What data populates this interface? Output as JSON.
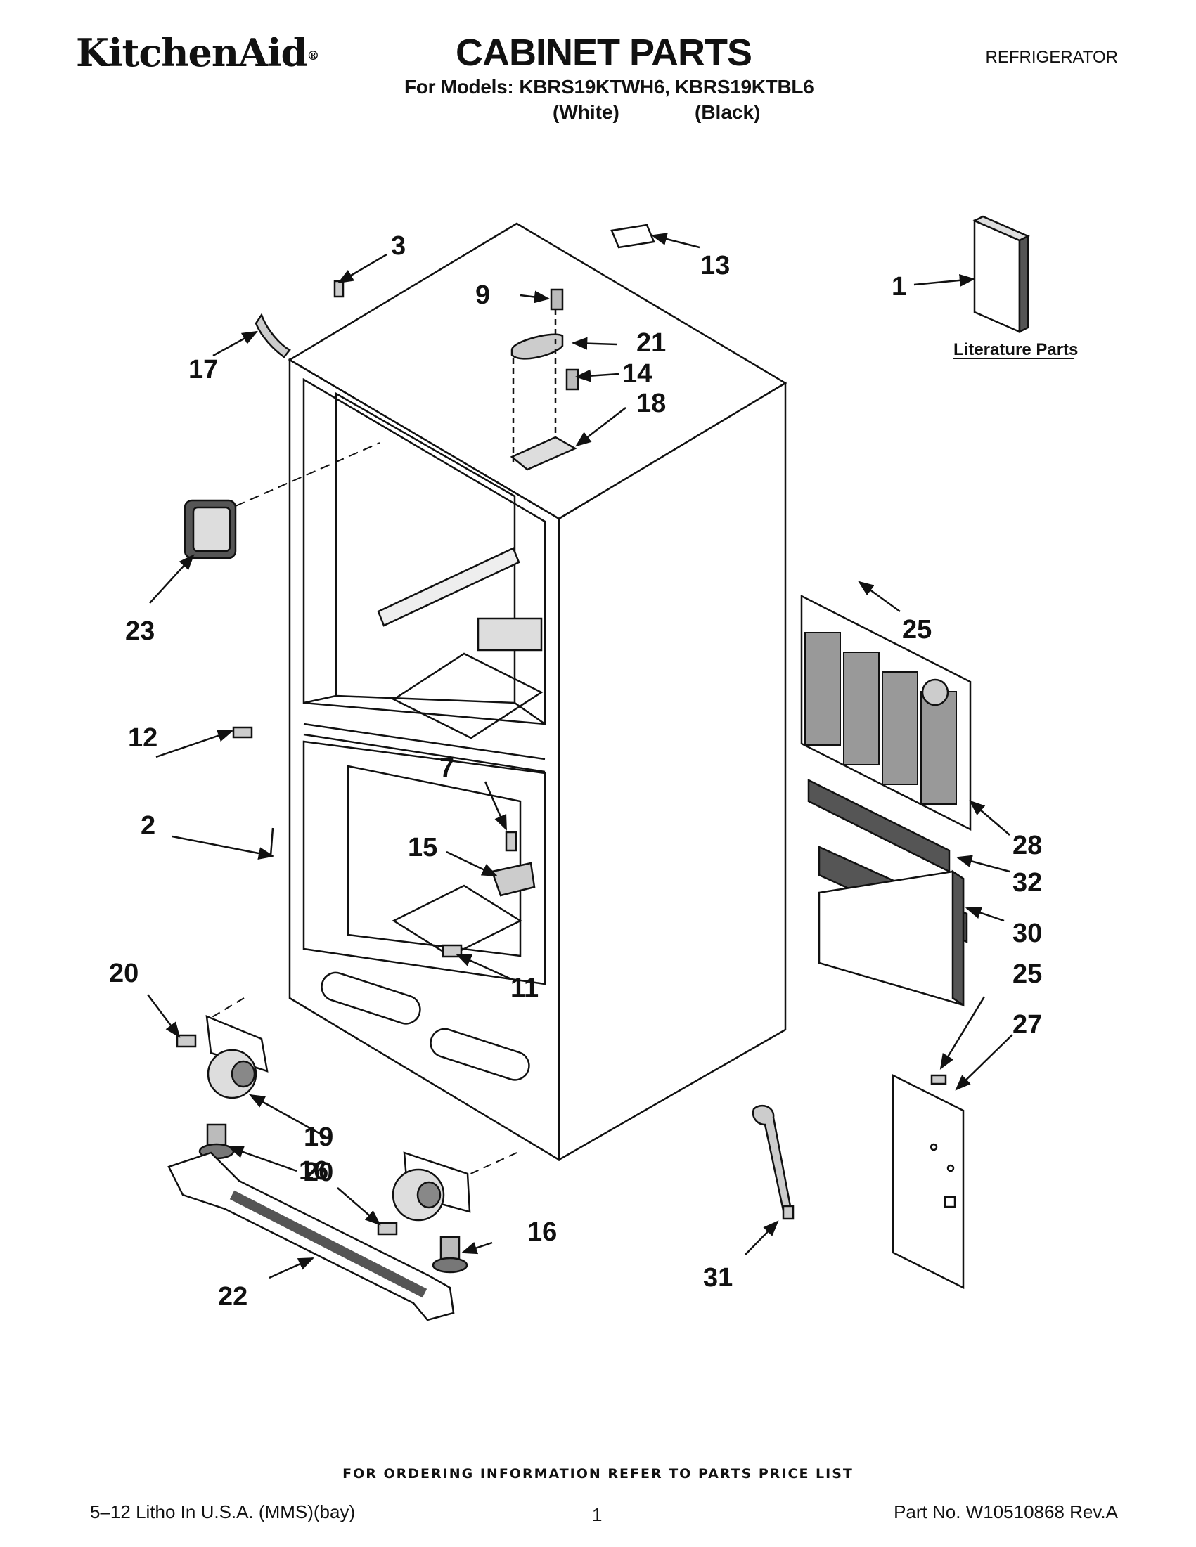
{
  "header": {
    "brand": "KitchenAid",
    "brand_mark": "®",
    "title": "CABINET PARTS",
    "category": "REFRIGERATOR",
    "models_label": "For Models:",
    "models": "KBRS19KTWH6, KBRS19KTBL6",
    "color_white": "(White)",
    "color_black": "(Black)"
  },
  "diagram": {
    "literature_label": "Literature Parts",
    "callouts": {
      "c1": "1",
      "c2": "2",
      "c3": "3",
      "c7": "7",
      "c9": "9",
      "c11": "11",
      "c12": "12",
      "c13": "13",
      "c14": "14",
      "c15": "15",
      "c16a": "16",
      "c16b": "16",
      "c17": "17",
      "c18": "18",
      "c19": "19",
      "c20a": "20",
      "c20b": "20",
      "c21": "21",
      "c22": "22",
      "c23": "23",
      "c25a": "25",
      "c25b": "25",
      "c27": "27",
      "c28": "28",
      "c30": "30",
      "c31": "31",
      "c32": "32"
    }
  },
  "footer": {
    "ordering_note": "FOR ORDERING INFORMATION REFER TO PARTS PRICE LIST",
    "litho": "5–12 Litho In U.S.A. (MMS)(bay)",
    "page": "1",
    "part_no": "Part No. W10510868 Rev.A"
  }
}
